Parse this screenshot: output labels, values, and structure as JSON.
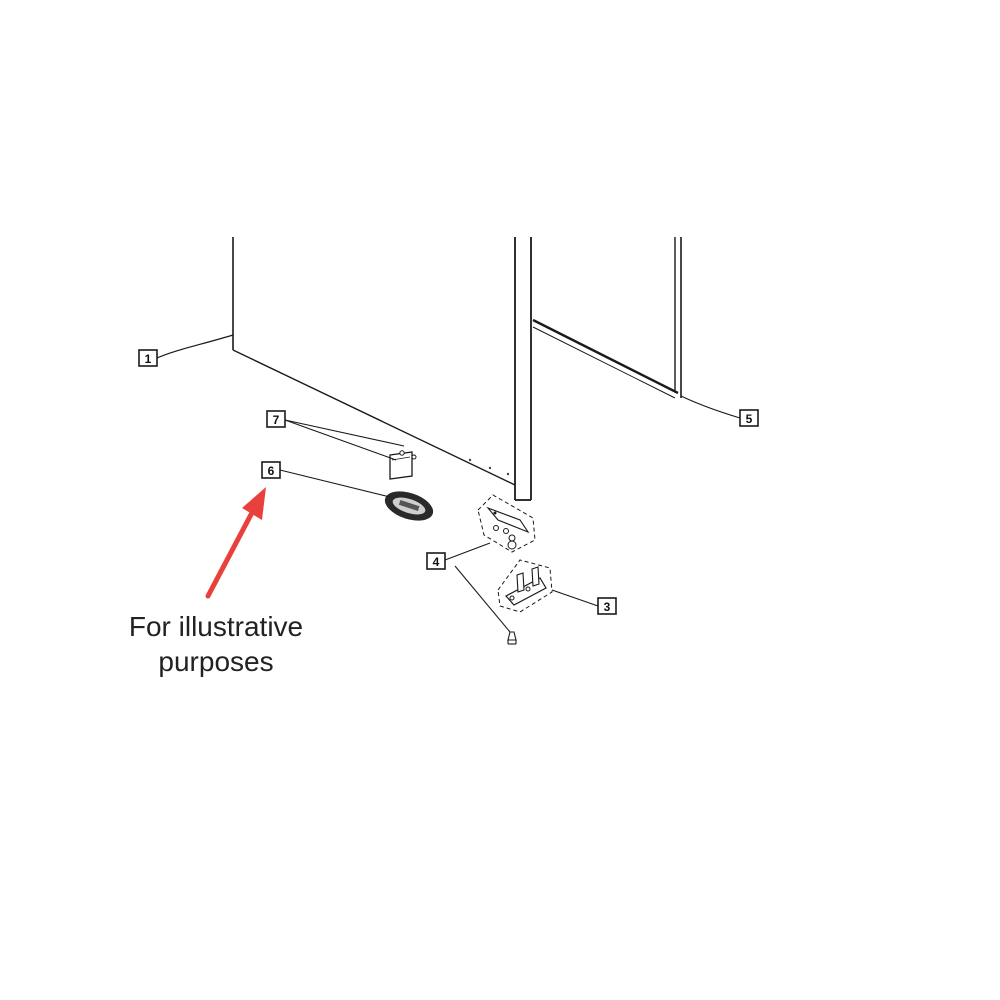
{
  "callouts": {
    "c1": "1",
    "c3": "3",
    "c4": "4",
    "c5": "5",
    "c6": "6",
    "c7": "7"
  },
  "note": {
    "line1": "For illustrative",
    "line2": "purposes"
  },
  "colors": {
    "line": "#1a1a1a",
    "arrow": "#e8413c",
    "background": "#ffffff"
  }
}
